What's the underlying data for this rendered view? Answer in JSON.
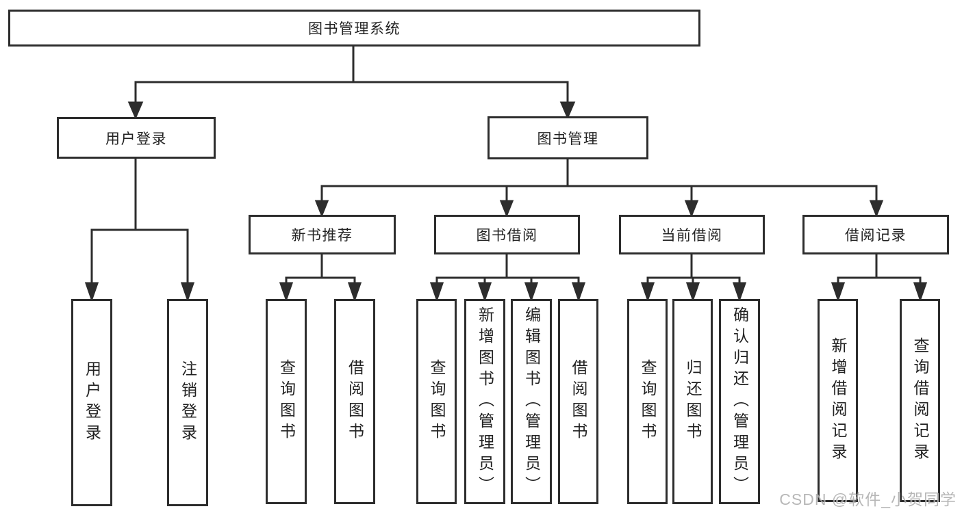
{
  "diagram": {
    "root": {
      "label": "图书管理系统"
    },
    "branches": [
      {
        "label": "用户登录",
        "children": [
          {
            "label": "用户登录"
          },
          {
            "label": "注销登录"
          }
        ]
      },
      {
        "label": "图书管理",
        "children": [
          {
            "label": "新书推荐",
            "children": [
              {
                "label": "查询图书"
              },
              {
                "label": "借阅图书"
              }
            ]
          },
          {
            "label": "图书借阅",
            "children": [
              {
                "label": "查询图书"
              },
              {
                "label": "新增图书（管理员）"
              },
              {
                "label": "编辑图书（管理员）"
              },
              {
                "label": "借阅图书"
              }
            ]
          },
          {
            "label": "当前借阅",
            "children": [
              {
                "label": "查询图书"
              },
              {
                "label": "归还图书"
              },
              {
                "label": "确认归还（管理员）"
              }
            ]
          },
          {
            "label": "借阅记录",
            "children": [
              {
                "label": "新增借阅记录"
              },
              {
                "label": "查询借阅记录"
              }
            ]
          }
        ]
      }
    ],
    "watermark": {
      "text": "CSDN @软件_小贺同学",
      "color": "#ababab"
    },
    "colors": {
      "line": "#2d2d2d",
      "box_border": "#2d2d2d",
      "text": "#222222",
      "background": "#ffffff"
    }
  }
}
